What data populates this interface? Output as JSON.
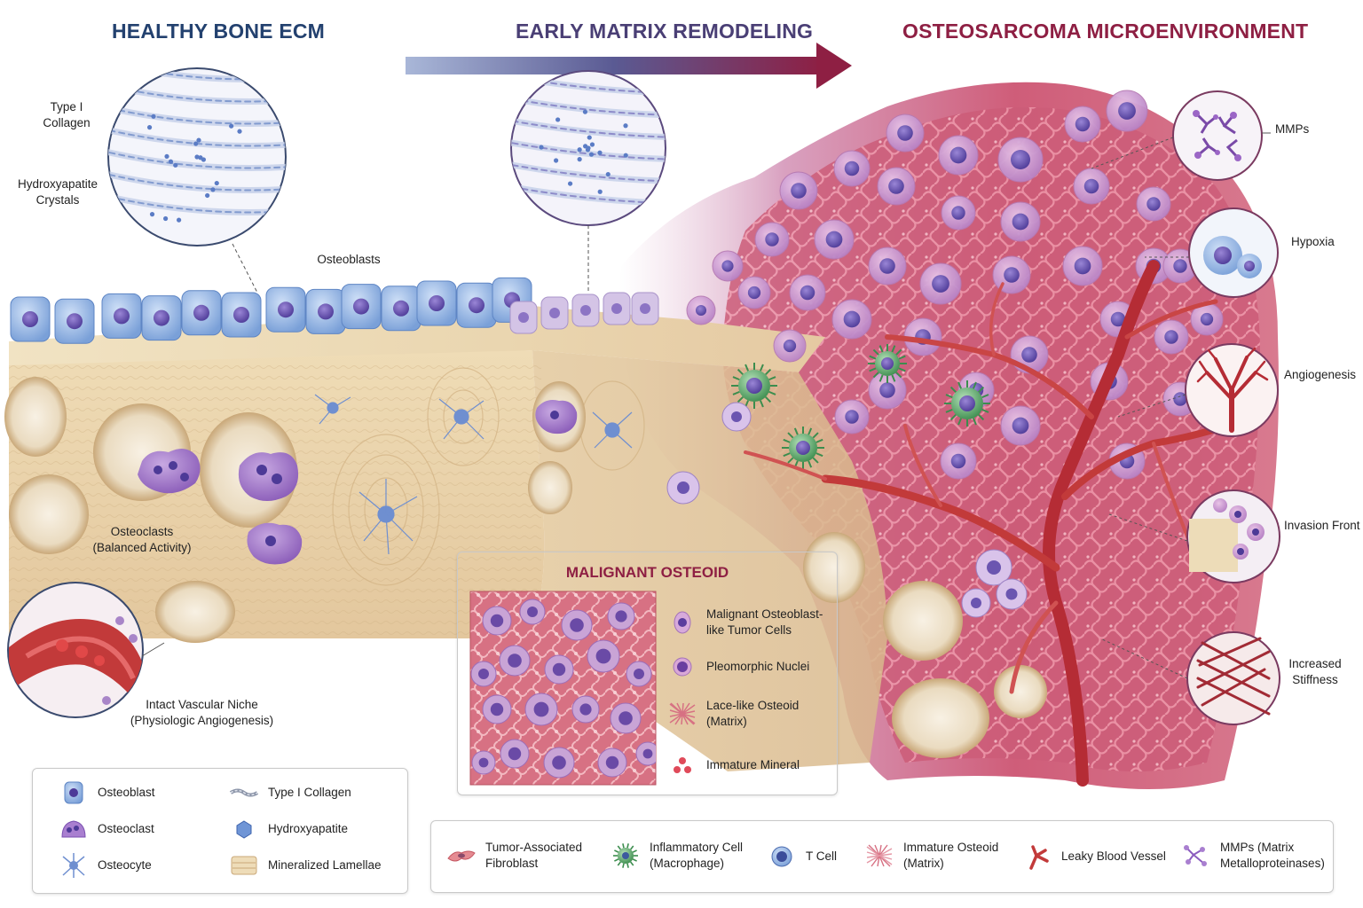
{
  "headers": {
    "healthy": "HEALTHY BONE ECM",
    "early": "EARLY MATRIX REMODELING",
    "osteosarcoma": "OSTEOSARCOMA MICROENVIRONMENT"
  },
  "colors": {
    "healthy_title": "#23416f",
    "early_title": "#4a3f75",
    "osteo_title": "#8e1f43",
    "arrow_start": "#8fa3cc",
    "arrow_end": "#8e1f43",
    "bone": "#eedcb8",
    "tumor": "#c9566f",
    "osteoblast": "#8fb2e3",
    "vessel": "#c23a3a"
  },
  "healthy_labels": {
    "type1_collagen": [
      "Type I",
      "Collagen"
    ],
    "hydroxyapatite": [
      "Hydroxyapatite",
      "Crystals"
    ],
    "osteoblasts": "Osteoblasts",
    "osteoclasts": [
      "Osteoclasts",
      "(Balanced Activity)"
    ],
    "vascular_niche": [
      "Intact Vascular Niche",
      "(Physiologic Angiogenesis)"
    ]
  },
  "tumor_callouts": {
    "mmps": "MMPs",
    "hypoxia": "Hypoxia",
    "angiogenesis": "Angiogenesis",
    "invasion_front": "Invasion Front",
    "increased_stiffness": [
      "Increased",
      "Stiffness"
    ]
  },
  "malignant_osteoid": {
    "title": "MALIGNANT OSTEOID",
    "items": [
      {
        "icon": "tumor-cell-icon",
        "lines": [
          "Malignant Osteoblast-",
          "like Tumor Cells"
        ]
      },
      {
        "icon": "nucleus-icon",
        "lines": [
          "Pleomorphic Nuclei"
        ]
      },
      {
        "icon": "osteoid-mesh-icon",
        "lines": [
          "Lace-like Osteoid",
          "(Matrix)"
        ]
      },
      {
        "icon": "mineral-dots-icon",
        "lines": [
          "Immature Mineral"
        ]
      }
    ]
  },
  "legend_left": {
    "items": [
      {
        "icon": "osteoblast-icon",
        "lines": [
          "Osteoblast"
        ]
      },
      {
        "icon": "collagen-fiber-icon",
        "lines": [
          "Type I Collagen"
        ]
      },
      {
        "icon": "osteoclast-icon",
        "lines": [
          "Osteoclast"
        ]
      },
      {
        "icon": "hydroxyapatite-icon",
        "lines": [
          "Hydroxyapatite"
        ]
      },
      {
        "icon": "osteocyte-icon",
        "lines": [
          "Osteocyte"
        ]
      },
      {
        "icon": "lamellae-icon",
        "lines": [
          "Mineralized Lamellae"
        ]
      }
    ]
  },
  "legend_bottom": {
    "items": [
      {
        "icon": "fibroblast-icon",
        "lines": [
          "Tumor-Associated",
          "Fibroblast"
        ]
      },
      {
        "icon": "macrophage-icon",
        "lines": [
          "Inflammatory Cell",
          "(Macrophage)"
        ]
      },
      {
        "icon": "t-cell-icon",
        "lines": [
          "T Cell"
        ]
      },
      {
        "icon": "immature-osteoid-icon",
        "lines": [
          "Immature Osteoid",
          "(Matrix)"
        ]
      },
      {
        "icon": "leaky-vessel-icon",
        "lines": [
          "Leaky Blood Vessel"
        ]
      },
      {
        "icon": "mmp-icon",
        "lines": [
          "MMPs (Matrix",
          "Metalloproteinases)"
        ]
      }
    ]
  }
}
